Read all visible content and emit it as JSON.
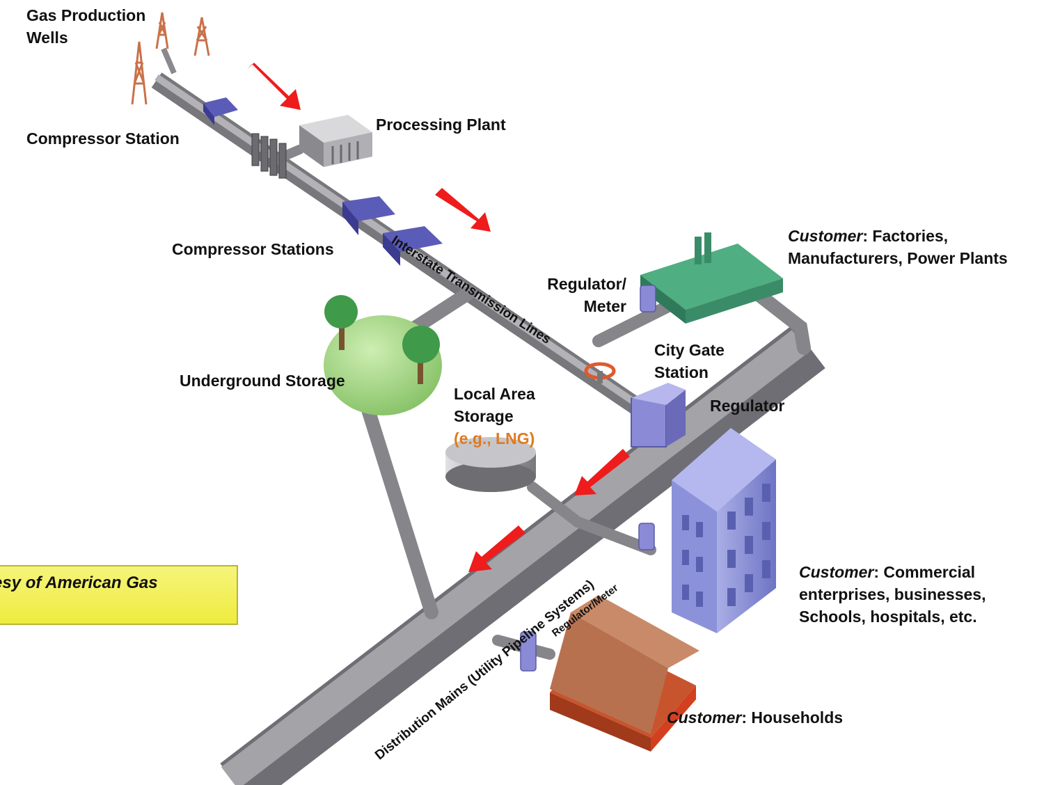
{
  "labels": {
    "wells_1": "Gas Production",
    "wells_2": "Wells",
    "processing_plant": "Processing Plant",
    "compressor_station": "Compressor Station",
    "compressor_stations": "Compressor Stations",
    "interstate": "Interstate Transmission Lines",
    "customer_word": "Customer",
    "factories_1": ": Factories,",
    "factories_2": "Manufacturers, Power Plants",
    "regmeter_1": "Regulator/",
    "regmeter_2": "Meter",
    "city_gate_1": "City Gate",
    "city_gate_2": "Station",
    "underground_storage": "Underground Storage",
    "local_1": "Local Area",
    "local_2": "Storage",
    "local_3": "(e.g., LNG)",
    "regulator": "Regulator",
    "commercial_1": ": Commercial",
    "commercial_2": "enterprises, businesses,",
    "commercial_3": "Schools, hospitals, etc.",
    "house_regmeter": "Regulator/Meter",
    "distribution": "Distribution Mains (Utility Pipeline Systems)",
    "households": ": Households"
  },
  "credit": "esy of American Gas",
  "colors": {
    "pipe": "#8c8c90",
    "arrow": "#ee1c1c",
    "compressor": "#5b5bb8",
    "factory": "#3f9a76",
    "building": "#7f86d2",
    "house": "#b84a2a",
    "storage_mound": "#9fd27f",
    "credit_box": "#f2f05a",
    "highlight_text": "#e07a1e"
  }
}
